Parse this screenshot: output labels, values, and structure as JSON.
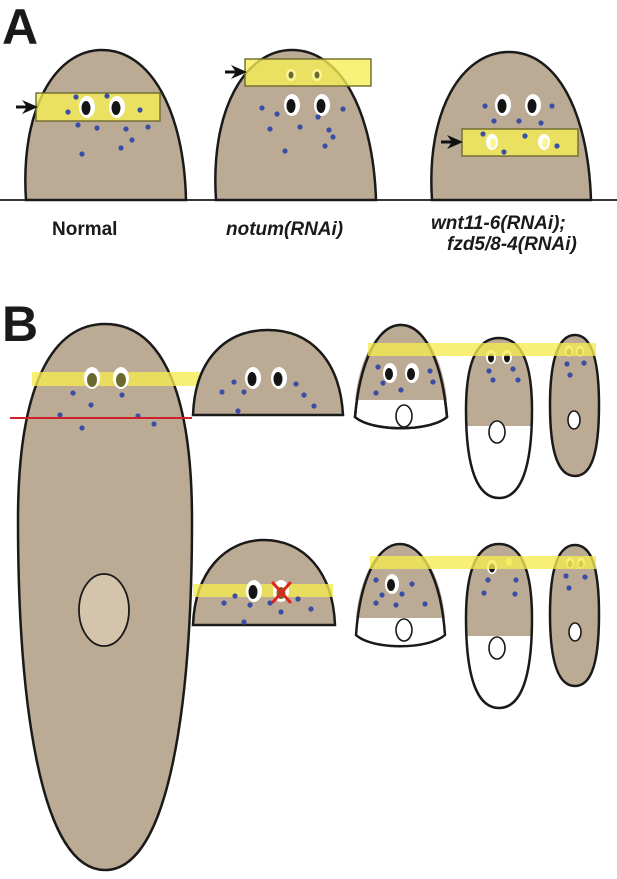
{
  "panels": {
    "a": {
      "letter": "A",
      "conditions": [
        {
          "label_parts": [
            "Normal"
          ],
          "italic": false
        },
        {
          "label_parts": [
            "notum(RNAi)"
          ],
          "italic": true
        },
        {
          "label_parts": [
            "wnt11-6(RNAi);",
            "fzd5/8-4(RNAi)"
          ],
          "italic": true
        }
      ]
    },
    "b": {
      "letter": "B"
    }
  },
  "colors": {
    "body": "#bbab94",
    "band": "#f5ea50",
    "neoblast_dots": "#3b4ea6",
    "cut_line": "#d0202a",
    "eye_ablation_x": "#e2231a"
  }
}
